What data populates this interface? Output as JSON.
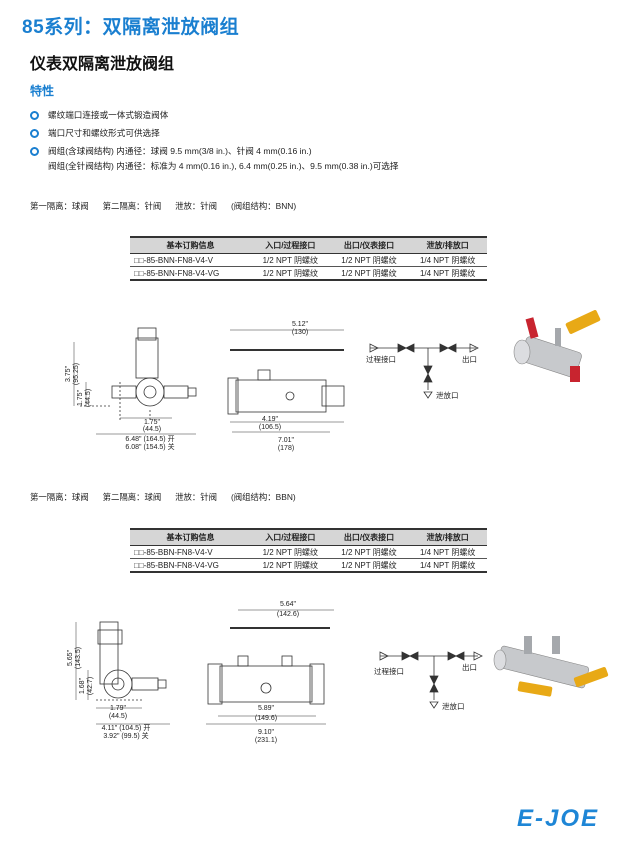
{
  "header": {
    "series_title": "85系列：双隔离泄放阀组",
    "page_title": "仪表双隔离泄放阀组",
    "features_title": "特性"
  },
  "features": [
    "螺纹端口连接或一体式锻造阀体",
    "端口尺寸和螺纹形式可供选择",
    "阀组(含球阀结构) 内通径：球阀 9.5 mm(3/8 in.)、针阀 4 mm(0.16 in.)",
    "阀组(全针阀结构) 内通径：标准为 4 mm(0.16 in.), 6.4 mm(0.25 in.)、9.5 mm(0.38 in.)可选择"
  ],
  "table_headers": [
    "基本订购信息",
    "入口/过程接口",
    "出口/仪表接口",
    "泄放/排放口"
  ],
  "section1": {
    "config": "第一隔离：球阀      第二隔离：针阀      泄放：针阀      (阀组结构：BNN)",
    "rows": [
      [
        "□□-85-BNN-FN8-V4-V",
        "1/2 NPT 阴螺纹",
        "1/2 NPT 阴螺纹",
        "1/4 NPT 阴螺纹"
      ],
      [
        "□□-85-BNN-FN8-V4-VG",
        "1/2 NPT 阴螺纹",
        "1/2 NPT 阴螺纹",
        "1/4 NPT 阴螺纹"
      ]
    ],
    "dims": {
      "d1": "5.12\"",
      "d1mm": "(130)",
      "h1": "3.75\"",
      "h1mm": "(95.25)",
      "h2": "1.75\"",
      "h2mm": "(44.5)",
      "w1": "1.75\"",
      "w1mm": "(44.5)",
      "w2": "6.48\" (164.5) 开",
      "w3": "6.08\" (154.5) 关",
      "w4": "4.19\"",
      "w4mm": "(106.5)",
      "w5": "7.01\"",
      "w5mm": "(178)"
    },
    "schematic": {
      "in": "过程接口",
      "out": "出口",
      "drain": "泄放口"
    }
  },
  "section2": {
    "config": "第一隔离：球阀      第二隔离：球阀      泄放：针阀      (阀组结构：BBN)",
    "rows": [
      [
        "□□-85-BBN-FN8-V4-V",
        "1/2 NPT 阴螺纹",
        "1/2 NPT 阴螺纹",
        "1/4 NPT 阴螺纹"
      ],
      [
        "□□-85-BBN-FN8-V4-VG",
        "1/2 NPT 阴螺纹",
        "1/2 NPT 阴螺纹",
        "1/4 NPT 阴螺纹"
      ]
    ],
    "dims": {
      "d1": "5.64\"",
      "d1mm": "(142.6)",
      "h1": "5.65\"",
      "h1mm": "(143.5)",
      "h2": "1.68\"",
      "h2mm": "(42.7)",
      "w1": "1.79\"",
      "w1mm": "(44.5)",
      "w2": "4.11\" (104.5) 开",
      "w3": "3.92\" (99.5) 关",
      "w4": "5.89\"",
      "w4mm": "(149.6)",
      "w5": "9.10\"",
      "w5mm": "(231.1)"
    },
    "schematic": {
      "in": "过程接口",
      "out": "出口",
      "drain": "泄放口"
    }
  },
  "logo": "E-JOE",
  "colors": {
    "accent": "#1a7fd0",
    "handle": "#e8a916",
    "valve_red": "#c8242f"
  }
}
